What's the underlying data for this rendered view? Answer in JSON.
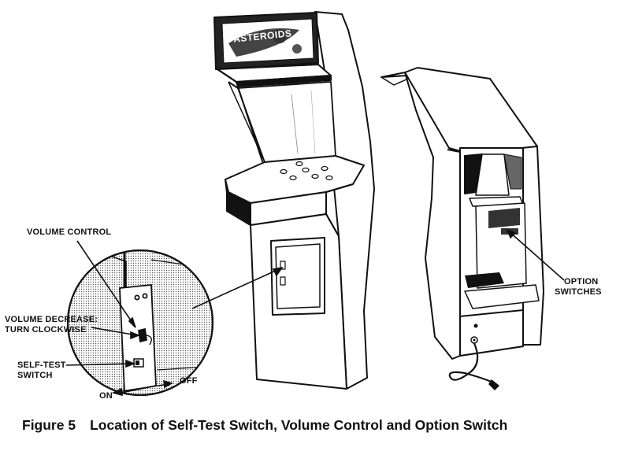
{
  "labels": {
    "volume_control": "VOLUME CONTROL",
    "volume_decrease_line1": "VOLUME DECREASE:",
    "volume_decrease_line2": "TURN CLOCKWISE",
    "self_test_line1": "SELF-TEST",
    "self_test_line2": "SWITCH",
    "on": "ON",
    "off": "OFF",
    "option_line1": "OPTION",
    "option_line2": "SWITCHES",
    "marquee": "ASTEROIDS"
  },
  "caption": {
    "figure": "Figure 5",
    "text": "Location of Self-Test Switch, Volume Control and Option Switch"
  }
}
